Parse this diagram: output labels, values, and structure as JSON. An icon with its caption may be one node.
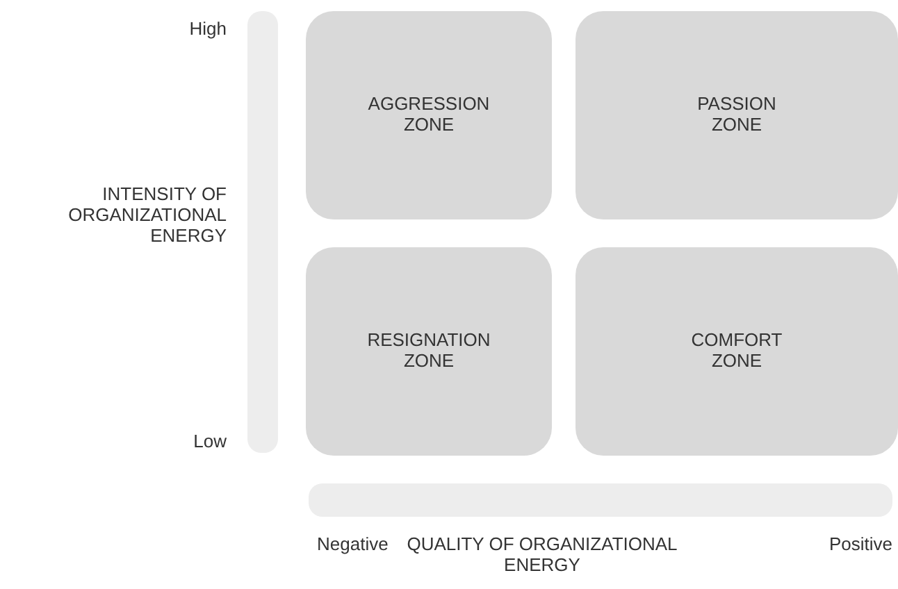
{
  "diagram": {
    "nodes": [
      {
        "text": [
          "AGGRESSION ZONE"
        ]
      },
      {
        "text": [
          "PASSION ZONE"
        ]
      },
      {
        "text": [
          "RESIGNATION ZONE"
        ]
      },
      {
        "text": [
          "COMFORT ZONE"
        ]
      },
      {
        "text": [],
        "shape": "bar"
      },
      {
        "text": [],
        "shape": "bar"
      }
    ],
    "labels": [
      "High",
      "INTENSITY OF ORGANIZATIONAL ENERGY",
      "Low",
      "Negative",
      "QUALITY OF ORGANIZATIONAL ENERGY",
      "Positive"
    ]
  }
}
